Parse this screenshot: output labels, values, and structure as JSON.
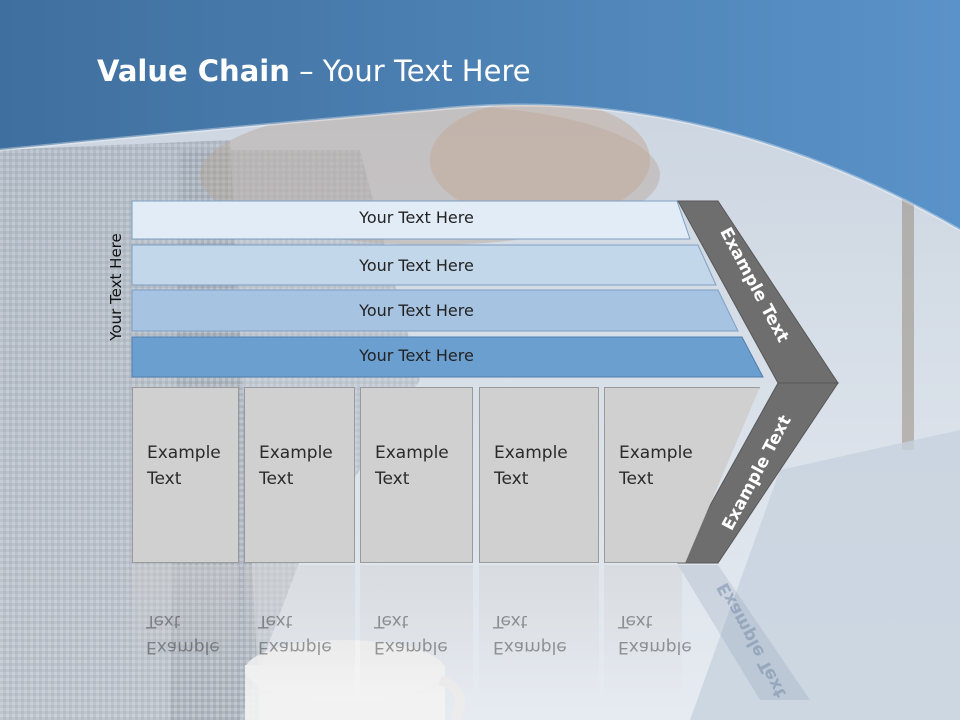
{
  "title": {
    "bold": "Value Chain",
    "rest": " – Your Text Here"
  },
  "side_label": "Your Text Here",
  "bands": [
    {
      "text": "Your Text Here"
    },
    {
      "text": "Your Text Here"
    },
    {
      "text": "Your Text Here"
    },
    {
      "text": "Your Text Here"
    }
  ],
  "boxes": [
    {
      "line1": "Example",
      "line2": "Text"
    },
    {
      "line1": "Example",
      "line2": "Text"
    },
    {
      "line1": "Example",
      "line2": "Text"
    },
    {
      "line1": "Example",
      "line2": "Text"
    },
    {
      "line1": "Example",
      "line2": "Text"
    }
  ],
  "chevron": {
    "upper_text": "Example Text",
    "lower_text": "Example Text"
  },
  "colors": {
    "header_blue": "#4a7fb0",
    "band_1": "#e2ecf6",
    "band_2": "#c3d7ea",
    "band_3": "#a6c3e1",
    "band_4": "#6b9fd0",
    "box_gray": "#d0d0d0",
    "chevron_gray": "#6e6e6e"
  }
}
